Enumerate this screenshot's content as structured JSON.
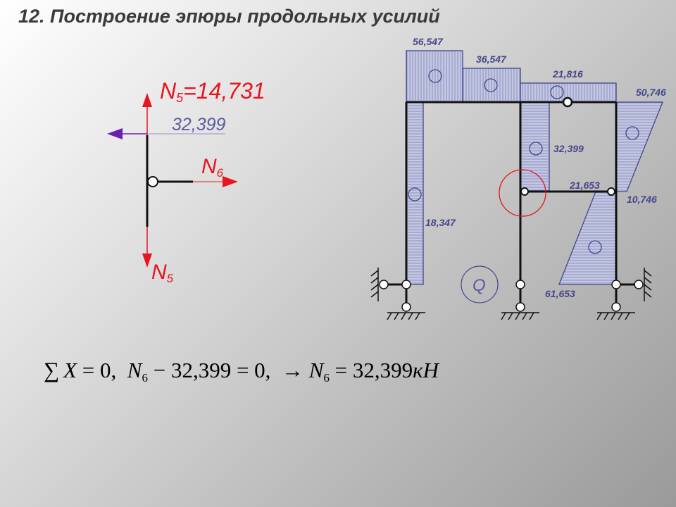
{
  "title": "12. Построение эпюры продольных усилий",
  "node_fbd": {
    "n5_top_label": "N",
    "n5_top_sub": "5",
    "n5_value": "=14,731",
    "horizontal_force": "32,399",
    "n6_label": "N",
    "n6_sub": "6",
    "n5_bottom_label": "N",
    "n5_bottom_sub": "5"
  },
  "frame_diagram": {
    "values": [
      "56,547",
      "36,547",
      "21,816",
      "50,746",
      "32,399",
      "21,653",
      "10,746",
      "18,347",
      "61,653"
    ],
    "q_label": "Q"
  },
  "equation": {
    "sum_symbol": "∑",
    "x": "X",
    "eq_zero_1": " = 0,  ",
    "n_1": "N",
    "sub_1": "6",
    "minus_value": " − 32,399 = 0,  → ",
    "n_2": "N",
    "sub_2": "6",
    "result": " = 32,399",
    "unit": "кН"
  },
  "colors": {
    "force_red": "#e8141e",
    "force_purple": "#6a1fb0",
    "diagram_blue": "#45458a",
    "diagram_fill": "#b9bedd"
  }
}
